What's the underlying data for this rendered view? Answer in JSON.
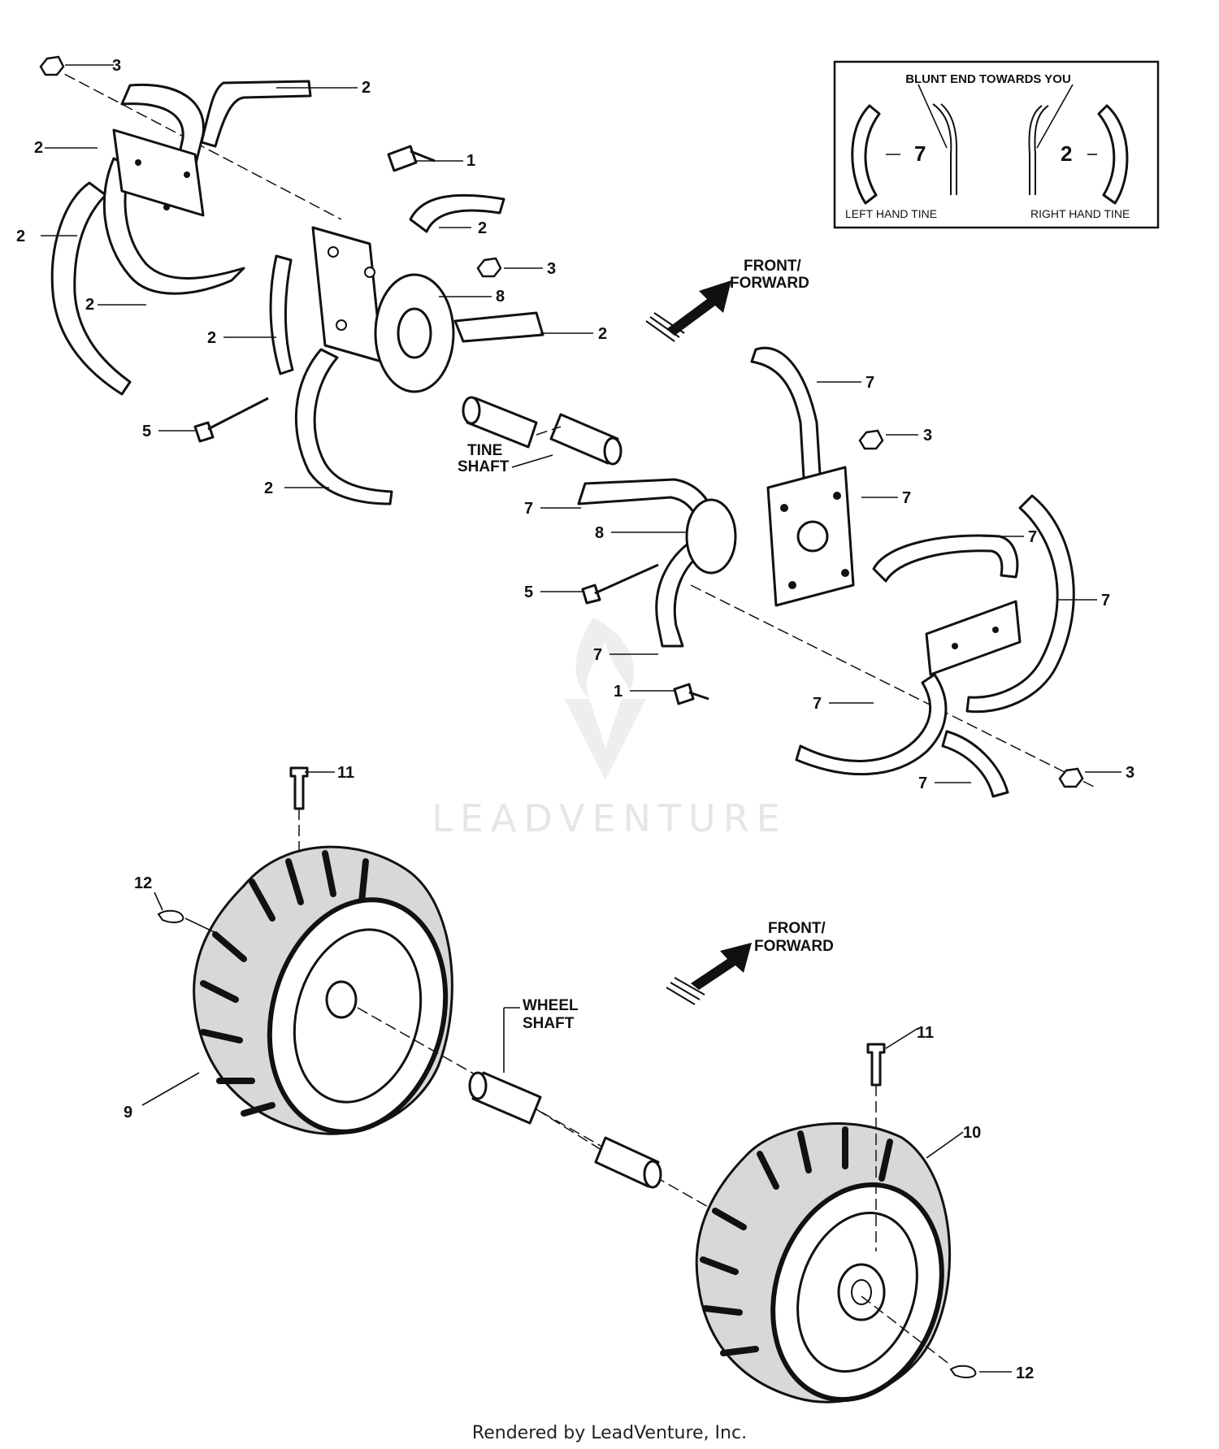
{
  "callouts": {
    "c01": "3",
    "c02": "2",
    "c03": "2",
    "c04": "1",
    "c05": "2",
    "c06": "2",
    "c07": "3",
    "c08": "2",
    "c09": "8",
    "c10": "2",
    "c11": "2",
    "c12": "5",
    "c13": "2",
    "c14": "7",
    "c15": "3",
    "c16": "7",
    "c17": "7",
    "c18": "8",
    "c19": "7",
    "c20": "5",
    "c21": "7",
    "c22": "7",
    "c23": "1",
    "c24": "7",
    "c25": "7",
    "c26": "3",
    "c27": "11",
    "c28": "12",
    "c29": "9",
    "c30": "11",
    "c31": "10",
    "c32": "12"
  },
  "tine_shaft_label": [
    "TINE",
    "SHAFT"
  ],
  "wheel_shaft_label": [
    "WHEEL",
    "SHAFT"
  ],
  "direction_top": [
    "FRONT/",
    "FORWARD"
  ],
  "direction_bottom": [
    "FRONT/",
    "FORWARD"
  ],
  "inset": {
    "title": "BLUNT END TOWARDS YOU",
    "left_number": "7",
    "right_number": "2",
    "left_caption": "LEFT HAND TINE",
    "right_caption": "RIGHT HAND TINE"
  },
  "watermark": "LEADVENTURE",
  "footer": "Rendered by LeadVenture, Inc."
}
